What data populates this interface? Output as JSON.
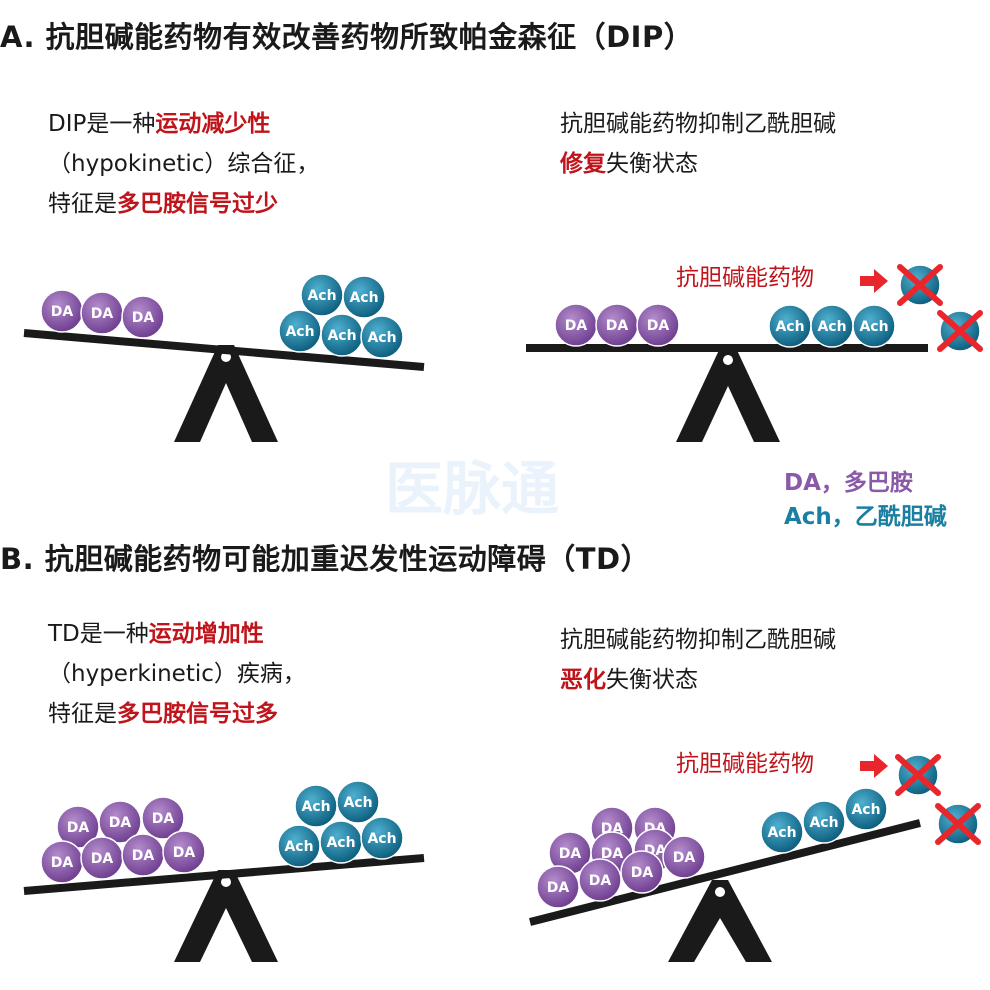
{
  "section_a": {
    "title": "A. 抗胆碱能药物有效改善药物所致帕金森征（DIP）",
    "left": {
      "line1_prefix": "DIP是一种",
      "line1_highlight": "运动减少性",
      "line2": "（hypokinetic）综合征，",
      "line3_prefix": "特征是",
      "line3_highlight": "多巴胺信号过少"
    },
    "right": {
      "line1": "抗胆碱能药物抑制乙酰胆碱",
      "line2_highlight": "修复",
      "line2_suffix": "失衡状态"
    },
    "drug_label": "抗胆碱能药物"
  },
  "section_b": {
    "title": "B. 抗胆碱能药物可能加重迟发性运动障碍（TD）",
    "left": {
      "line1_prefix": "TD是一种",
      "line1_highlight": "运动增加性",
      "line2": "（hyperkinetic）疾病，",
      "line3_prefix": "特征是",
      "line3_highlight": "多巴胺信号过多"
    },
    "right": {
      "line1": "抗胆碱能药物抑制乙酰胆碱",
      "line2_highlight": "恶化",
      "line2_suffix": "失衡状态"
    },
    "drug_label": "抗胆碱能药物"
  },
  "legend": {
    "da": "DA，多巴胺",
    "ach": "Ach，乙酰胆碱"
  },
  "ball_labels": {
    "da": "DA",
    "ach": "Ach"
  },
  "watermark": "医脉通",
  "colors": {
    "da_ball": "#8a5aa8",
    "ach_ball": "#1a7fa2",
    "highlight_red": "#c0141b",
    "beam": "#1a1a1a"
  }
}
